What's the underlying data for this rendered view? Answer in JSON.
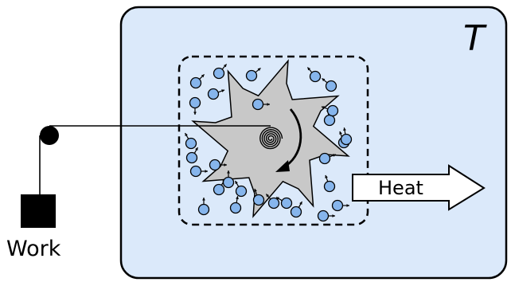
{
  "labels": {
    "temperature": "T",
    "work": "Work",
    "heat": "Heat"
  },
  "colors": {
    "reservoir_fill": "#dbe9fa",
    "stroke": "#000000",
    "gear_fill": "#c8c8c8",
    "particle_fill": "#86b5ec",
    "weight_fill": "#000000",
    "arrow_fill": "#ffffff"
  },
  "icons": {
    "reservoir": "rounded-box",
    "gear": "ratchet-gear-icon",
    "spring": "spiral-spring-icon",
    "particle": "gas-particle-icon",
    "pulley": "pulley-icon",
    "weight": "weight-block-icon",
    "heat_arrow": "block-arrow-icon"
  }
}
